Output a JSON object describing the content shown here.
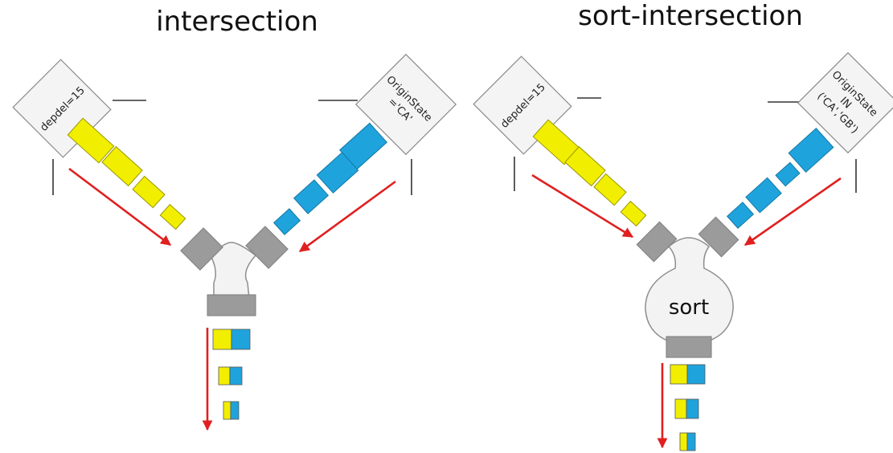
{
  "panels": {
    "left": {
      "title": "intersection",
      "left_filter": "depdel=15",
      "right_filter_lines": [
        "OriginState",
        "='CA'"
      ]
    },
    "right": {
      "title": "sort-intersection",
      "left_filter": "depdel=15",
      "right_filter_lines": [
        "OriginState",
        "IN",
        "('CA','GB')"
      ],
      "sort_label": "sort"
    }
  },
  "colors": {
    "yellow_rows": "#f2ee00",
    "blue_rows": "#1fa3dc",
    "flow_arrow": "#e02020",
    "funnel_port": "#9b9b9b"
  }
}
